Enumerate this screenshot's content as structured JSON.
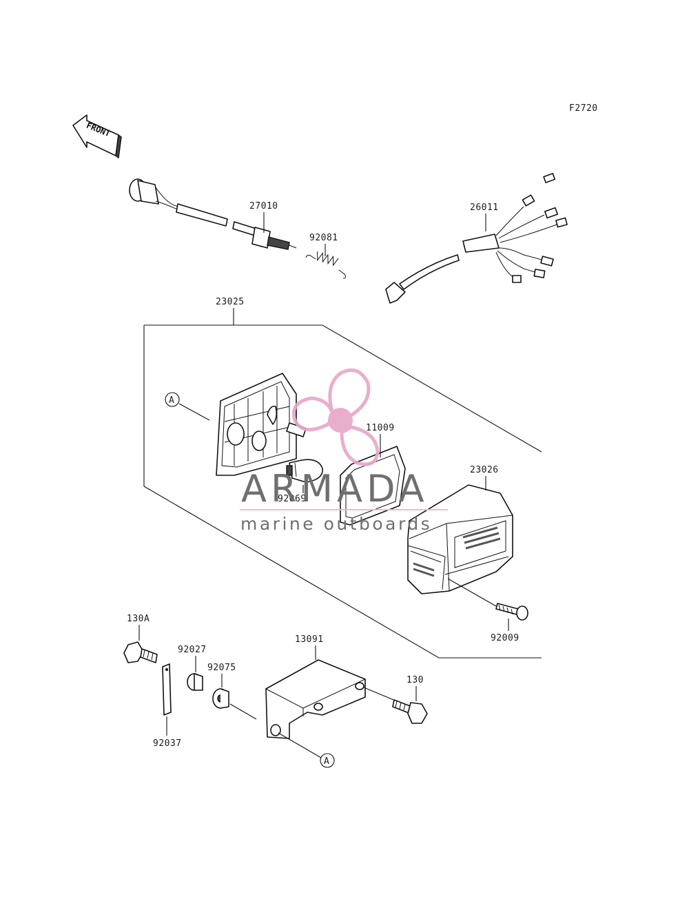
{
  "diagram": {
    "figure_code": "F2720",
    "front_label": "FRONT",
    "callout_letter": "A",
    "parts": {
      "p27010": "27010",
      "p92081": "92081",
      "p26011": "26011",
      "p23025": "23025",
      "p11009": "11009",
      "p23026": "23026",
      "p92069": "92069",
      "p92009": "92009",
      "p130A": "130A",
      "p92027": "92027",
      "p92075": "92075",
      "p13091": "13091",
      "p130": "130",
      "p92037": "92037"
    }
  },
  "watermark": {
    "brand": "ARMADA",
    "tagline": "marine outboards",
    "accent_color": "#e8a6c8",
    "line_color": "#f0b8d4"
  }
}
